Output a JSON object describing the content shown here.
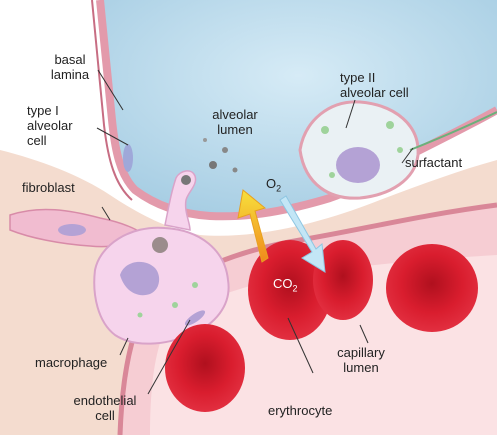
{
  "labels": {
    "basal_lamina": "basal\nlamina",
    "type1": "type I\nalveolar\ncell",
    "fibroblast": "fibroblast",
    "macrophage": "macrophage",
    "endothelial": "endothelial\ncell",
    "alveolar_lumen": "alveolar\nlumen",
    "type2": "type II\nalveolar cell",
    "surfactant": "surfactant",
    "o2": "O",
    "o2_sub": "2",
    "co2": "CO",
    "co2_sub": "2",
    "capillary_lumen": "capillary\nlumen",
    "erythrocyte": "erythrocyte"
  },
  "colors": {
    "lumen": "#b9d8ea",
    "wall_outer": "#e9a7b6",
    "interstitium": "#f3d6c8",
    "capillary": "#f7d4d8",
    "rbc": "#d8192b",
    "rbc_center": "#b5111f",
    "macrophage": "#f6d4ec",
    "nucleus": "#b7a6d6",
    "o2_arrow": "#bfe3f5",
    "co2_arrow": "#f4d23a"
  },
  "icons": {
    "o2_arrow": "arrow-down-right-icon",
    "co2_arrow": "arrow-up-left-icon"
  }
}
